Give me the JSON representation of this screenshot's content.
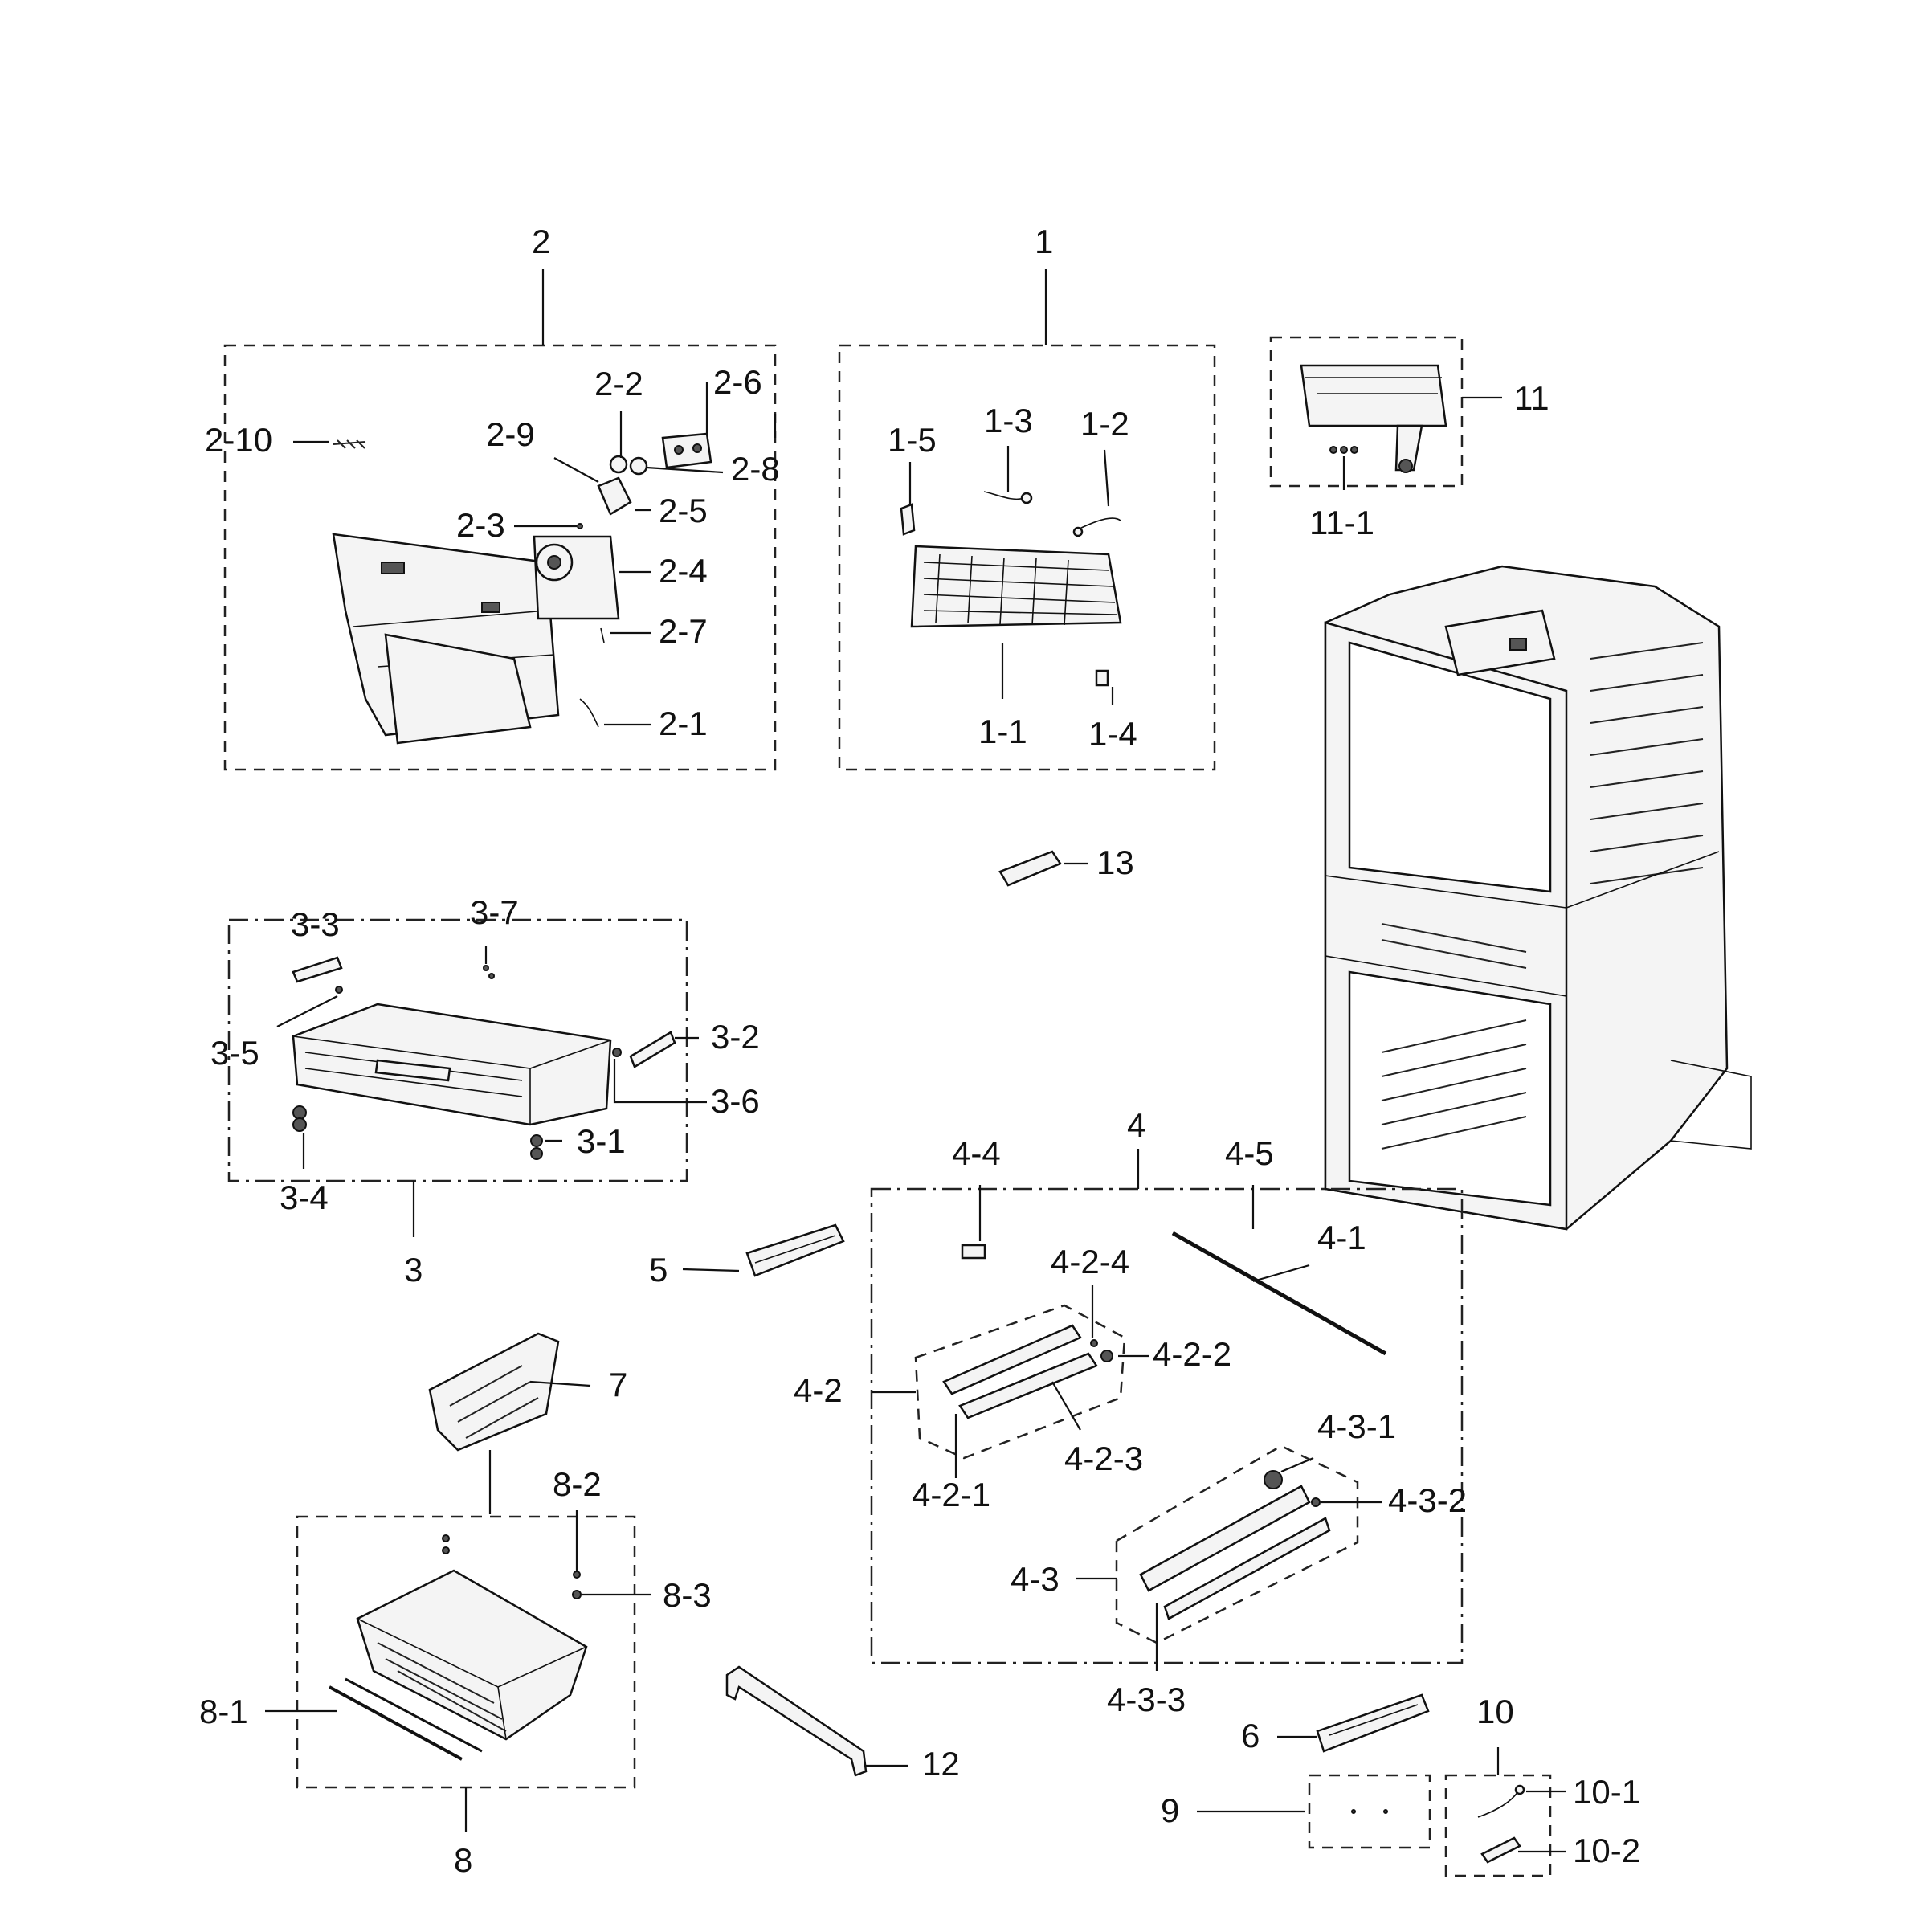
{
  "labels": {
    "l1": "1",
    "l1_1": "1-1",
    "l1_2": "1-2",
    "l1_3": "1-3",
    "l1_4": "1-4",
    "l1_5": "1-5",
    "l2": "2",
    "l2_1": "2-1",
    "l2_2": "2-2",
    "l2_3": "2-3",
    "l2_4": "2-4",
    "l2_5": "2-5",
    "l2_6": "2-6",
    "l2_7": "2-7",
    "l2_8": "2-8",
    "l2_9": "2-9",
    "l2_10": "2-10",
    "l3": "3",
    "l3_1": "3-1",
    "l3_2": "3-2",
    "l3_3": "3-3",
    "l3_4": "3-4",
    "l3_5": "3-5",
    "l3_6": "3-6",
    "l3_7": "3-7",
    "l4": "4",
    "l4_1": "4-1",
    "l4_2": "4-2",
    "l4_2_1": "4-2-1",
    "l4_2_2": "4-2-2",
    "l4_2_3": "4-2-3",
    "l4_2_4": "4-2-4",
    "l4_3": "4-3",
    "l4_3_1": "4-3-1",
    "l4_3_2": "4-3-2",
    "l4_3_3": "4-3-3",
    "l4_4": "4-4",
    "l4_5": "4-5",
    "l5": "5",
    "l6": "6",
    "l7": "7",
    "l8": "8",
    "l8_1": "8-1",
    "l8_2": "8-2",
    "l8_3": "8-3",
    "l9": "9",
    "l10": "10",
    "l10_1": "10-1",
    "l10_2": "10-2",
    "l11": "11",
    "l11_1": "11-1",
    "l12": "12",
    "l13": "13"
  }
}
